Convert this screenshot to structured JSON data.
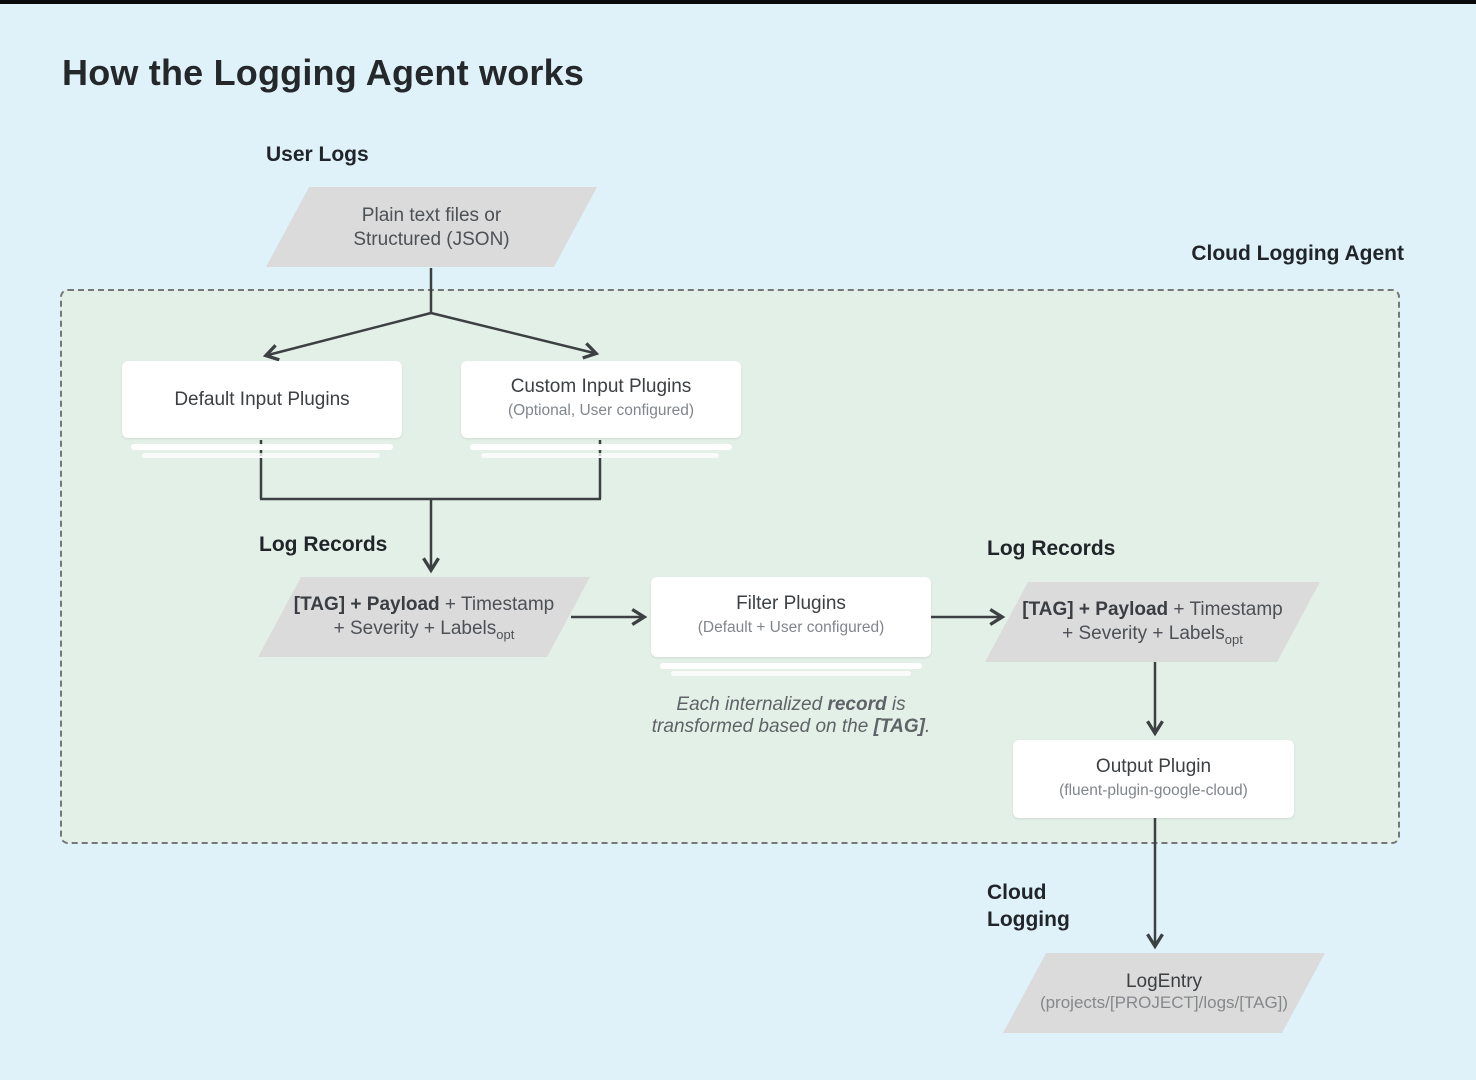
{
  "title": "How the Logging Agent works",
  "colors": {
    "background": "#DFF2FA",
    "panel": "#E3F0E7",
    "shape_gray": "#DBDBDB",
    "arrow": "#3C4043"
  },
  "input": {
    "label": "User Logs",
    "source": {
      "line1": "Plain text files or",
      "line2": "Structured (JSON)"
    }
  },
  "agent": {
    "label": "Cloud Logging Agent",
    "default_input": {
      "title": "Default Input Plugins"
    },
    "custom_input": {
      "title": "Custom Input Plugins",
      "subtitle": "(Optional, User configured)"
    },
    "log_records_left": {
      "label": "Log Records",
      "bold": "[TAG] + Payload",
      "tail": " + Timestamp",
      "line2": "+ Severity + Labels",
      "sub": "opt"
    },
    "filter": {
      "title": "Filter Plugins",
      "subtitle": "(Default + User configured)"
    },
    "note": {
      "pre1": "Each internalized ",
      "bold1": "record",
      "post1": " is",
      "pre2": "transformed based on the ",
      "bold2": "[TAG]",
      "post2": "."
    },
    "log_records_right": {
      "label": "Log Records",
      "bold": "[TAG] + Payload",
      "tail": " + Timestamp",
      "line2": "+ Severity + Labels",
      "sub": "opt"
    },
    "output": {
      "title": "Output Plugin",
      "subtitle": "(fluent-plugin-google-cloud)"
    }
  },
  "cloud_logging": {
    "label_line1": "Cloud",
    "label_line2": "Logging",
    "log_entry": {
      "title": "LogEntry",
      "subtitle": "(projects/[PROJECT]/logs/[TAG])"
    }
  }
}
